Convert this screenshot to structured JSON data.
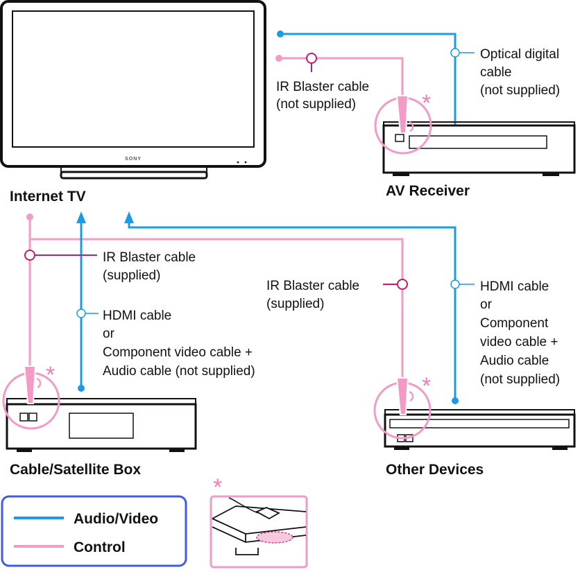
{
  "devices": {
    "tv": {
      "title": "Internet TV",
      "brand": "SONY"
    },
    "av_receiver": {
      "title": "AV Receiver"
    },
    "cable_box": {
      "title": "Cable/Satellite Box"
    },
    "other_devices": {
      "title": "Other Devices"
    }
  },
  "cables": {
    "ir_av": [
      "IR Blaster cable",
      "(not supplied)"
    ],
    "optical": [
      "Optical digital",
      "cable",
      "(not supplied)"
    ],
    "ir_cable_box": [
      "IR Blaster cable",
      "(supplied)"
    ],
    "hdmi_cable_box": [
      "HDMI cable",
      "or",
      "Component video cable +",
      "Audio cable (not supplied)"
    ],
    "ir_other": [
      "IR Blaster cable",
      "(supplied)"
    ],
    "hdmi_other": [
      "HDMI cable",
      "or",
      "Component",
      "video cable +",
      "Audio cable",
      "(not supplied)"
    ]
  },
  "legend": {
    "audio_video": "Audio/Video",
    "control": "Control"
  },
  "note_marker": "*",
  "colors": {
    "audio_video": "#1a9be6",
    "control": "#f49ac7",
    "ir_marker": "#c8186e",
    "legend_border": "#3e5ce6",
    "device_outline": "#111111"
  }
}
